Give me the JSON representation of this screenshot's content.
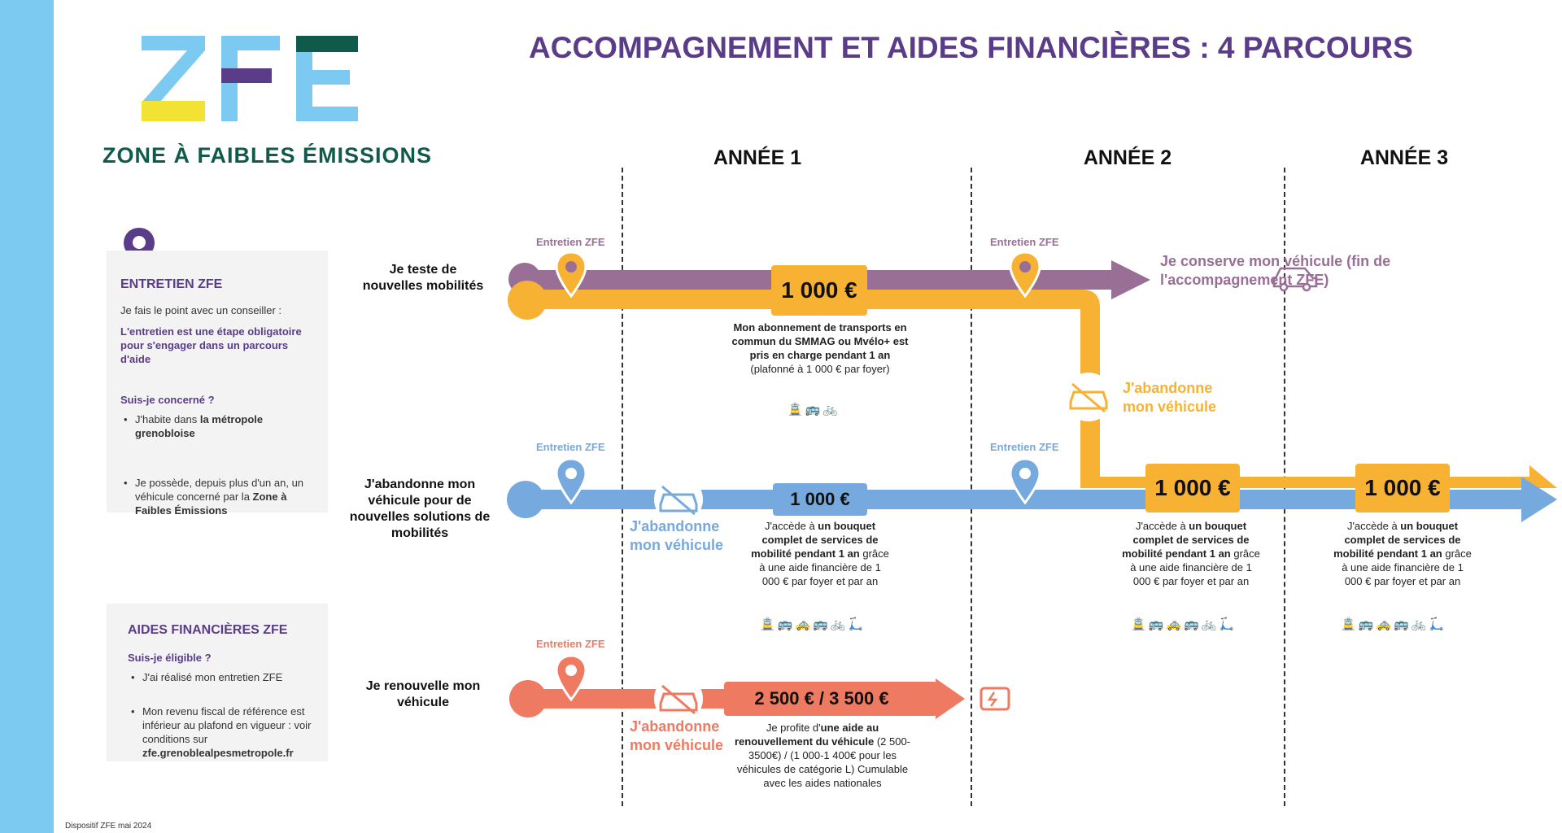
{
  "header": {
    "logo_letters": "ZFE",
    "logo_subtitle": "ZONE À FAIBLES ÉMISSIONS",
    "title": "ACCOMPAGNEMENT ET AIDES FINANCIÈRES : 4 PARCOURS"
  },
  "years": [
    "ANNÉE 1",
    "ANNÉE 2",
    "ANNÉE 3"
  ],
  "entretien_card": {
    "title": "ENTRETIEN ZFE",
    "intro": "Je fais le point avec un conseiller :",
    "highlight": "L'entretien est une étape obligatoire pour s'engager dans un parcours d'aide",
    "question": "Suis-je concerné ?",
    "bullet1_pre": "J'habite dans ",
    "bullet1_bold": "la métropole grenobloise",
    "bullet2_pre": "Je possède, depuis plus d'un an, un véhicule concerné par la ",
    "bullet2_bold": "Zone à Faibles Émissions"
  },
  "aides_card": {
    "title": "AIDES FINANCIÈRES ZFE",
    "question": "Suis-je éligible ?",
    "bullet1": "J'ai réalisé mon entretien ZFE",
    "bullet2_pre": "Mon revenu fiscal de référence est inférieur au plafond en vigueur : voir conditions sur ",
    "bullet2_bold": "zfe.grenoblealpesmetropole.fr"
  },
  "entretien_label": "Entretien ZFE",
  "rows": {
    "row1_label": "Je teste de nouvelles mobilités",
    "row1_amount": "1 000 €",
    "row1_desc_bold": "Mon abonnement de transports en commun du SMMAG ou Mvélo+ est pris en charge pendant 1 an",
    "row1_desc": "(plafonné à 1 000 € par foyer)",
    "row1_end": "Je conserve mon véhicule (fin de l'accompagnement ZFE)",
    "row1_abandon": "J'abandonne mon véhicule",
    "row2_label": "J'abandonne mon véhicule pour de nouvelles solutions de mobilités",
    "row2_abandon": "J'abandonne mon véhicule",
    "row2_amount": "1 000 €",
    "bouquet_pre": "J'accède à ",
    "bouquet_bold": "un bouquet complet de services de mobilité pendant 1 an",
    "bouquet_post": "grâce à une aide financière de 1 000 € par foyer et par an",
    "row2_amount_y2": "1 000 €",
    "row2_amount_y3": "1 000 €",
    "row3_label": "Je renouvelle mon véhicule",
    "row3_abandon": "J'abandonne mon véhicule",
    "row3_amount": "2 500 € / 3 500 €",
    "row3_desc_pre": "Je profite d'",
    "row3_desc_bold": "une aide au renouvellement du véhicule",
    "row3_desc_post": "(2 500-3500€) / (1 000-1 400€ pour les véhicules de catégorie L) Cumulable avec les aides nationales"
  },
  "colors": {
    "purple": "#9a6f96",
    "yellow": "#f7b233",
    "blue": "#76a9dd",
    "salmon": "#ee7a62",
    "title_purple": "#5b3c88"
  },
  "icons": [
    "map-pin-icon",
    "car-icon",
    "car-crossed-icon",
    "tram-icon",
    "bus-icon",
    "bike-icon",
    "scooter-icon",
    "taxi-icon",
    "ev-charge-icon"
  ],
  "footer": "Dispositif ZFE mai 2024"
}
